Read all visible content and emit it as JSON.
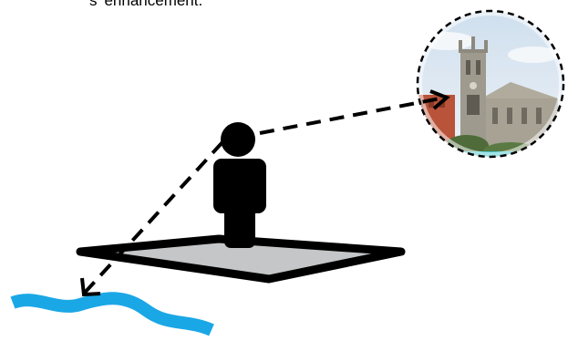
{
  "caption": "s' enhancement.",
  "colors": {
    "ink": "#000000",
    "platform_fill": "#c4c6c8",
    "water": "#1aa7e6",
    "sky": "#dfe9f4",
    "brick": "#b9533a",
    "stone": "#9e9a8e"
  },
  "icons": {
    "person": "person-icon",
    "platform": "viewing-platform",
    "water": "water-wave-icon",
    "view": "church-view-photo"
  }
}
